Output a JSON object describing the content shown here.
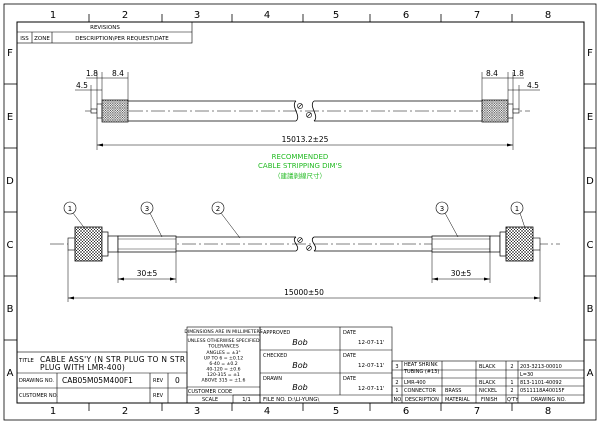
{
  "grid": {
    "cols_top": [
      "1",
      "2",
      "3",
      "4",
      "5",
      "6",
      "7",
      "8"
    ],
    "cols_bottom": [
      "1",
      "2",
      "3",
      "4",
      "5",
      "6",
      "7",
      "8"
    ],
    "rows_left": [
      "F",
      "E",
      "D",
      "C",
      "B",
      "A"
    ],
    "rows_right": [
      "F",
      "E",
      "D",
      "C",
      "B",
      "A"
    ]
  },
  "revisions": {
    "title": "REVISIONS",
    "col_iss": "ISS",
    "col_zone": "ZONE",
    "col_desc": "DESCRIPTION\\PER REQUEST\\DATE"
  },
  "stripping": {
    "dim_left_1": "1.8",
    "dim_left_2": "8.4",
    "dim_left_3": "4.5",
    "dim_right_1": "1.8",
    "dim_right_2": "8.4",
    "dim_right_3": "4.5",
    "overall": "15013.2±25",
    "note_line1": "RECOMMENDED",
    "note_line2": "CABLE STRIPPING DIM'S",
    "note_line3": "（建議剝線尺寸）",
    "note_color": "#22bb22"
  },
  "assembly": {
    "balloon_1_left": "1",
    "balloon_3_left": "3",
    "balloon_2": "2",
    "balloon_3_right": "3",
    "balloon_1_right": "1",
    "sleeve_left": "30±5",
    "sleeve_right": "30±5",
    "overall": "15000±50"
  },
  "tolerance": {
    "heading": "DIMENSIONS ARE IN MILLIMETERS",
    "line1": "UNLESS OTHERWISE SPECIFIED",
    "line2": "TOLERANCES",
    "angles": "ANGLES = ±3°",
    "r1": "UP TO 6 = ±0.12",
    "r2": "6-40 = ±0.2",
    "r3": "40-120 = ±0.6",
    "r4": "120-315 = ±1",
    "r5": "ABOVE 315 = ±1.6"
  },
  "title_block": {
    "title_label": "TITLE",
    "title_line1": "CABLE ASS'Y (N STR PLUG TO N STR",
    "title_line2": "PLUG WITH LMR-400)",
    "drawing_no_label": "DRAWING NO.",
    "drawing_no": "CAB05M05M400F1",
    "rev_label": "REV",
    "rev": "0",
    "customer_no_label": "CUSTOMER NO.",
    "rev_label_2": "REV",
    "customer_code_label": "CUSTOMER CODE",
    "scale_label": "SCALE",
    "scale": "1/1",
    "file_no": "FILE NO. D:\\LI-YUNG\\",
    "approved_label": "APPROVED",
    "checked_label": "CHECKED",
    "drawn_label": "DRAWN",
    "date_label": "DATE",
    "approved_date": "12-07-11'",
    "checked_date": "12-07-11'",
    "drawn_date": "12-07-11'",
    "signature": "Bob"
  },
  "bom": {
    "headers": [
      "NO.",
      "DESCRIPTION",
      "MATERIAL",
      "FINISH",
      "Q'TY",
      "DRAWING NO."
    ],
    "rows": [
      {
        "no": "3",
        "desc": "HEAT SHRINK",
        "desc2": "TUBING (#13)",
        "material": "",
        "finish": "BLACK",
        "qty": "2",
        "dwg": "203-3213-00010",
        "dwg2": "L=30"
      },
      {
        "no": "2",
        "desc": "LMR-400",
        "desc2": "",
        "material": "",
        "finish": "BLACK",
        "qty": "1",
        "dwg": "813-1101-40092",
        "dwg2": ""
      },
      {
        "no": "1",
        "desc": "CONNECTOR",
        "desc2": "",
        "material": "BRASS",
        "finish": "NICKEL",
        "qty": "2",
        "dwg": "0511118A40015F",
        "dwg2": ""
      }
    ]
  }
}
